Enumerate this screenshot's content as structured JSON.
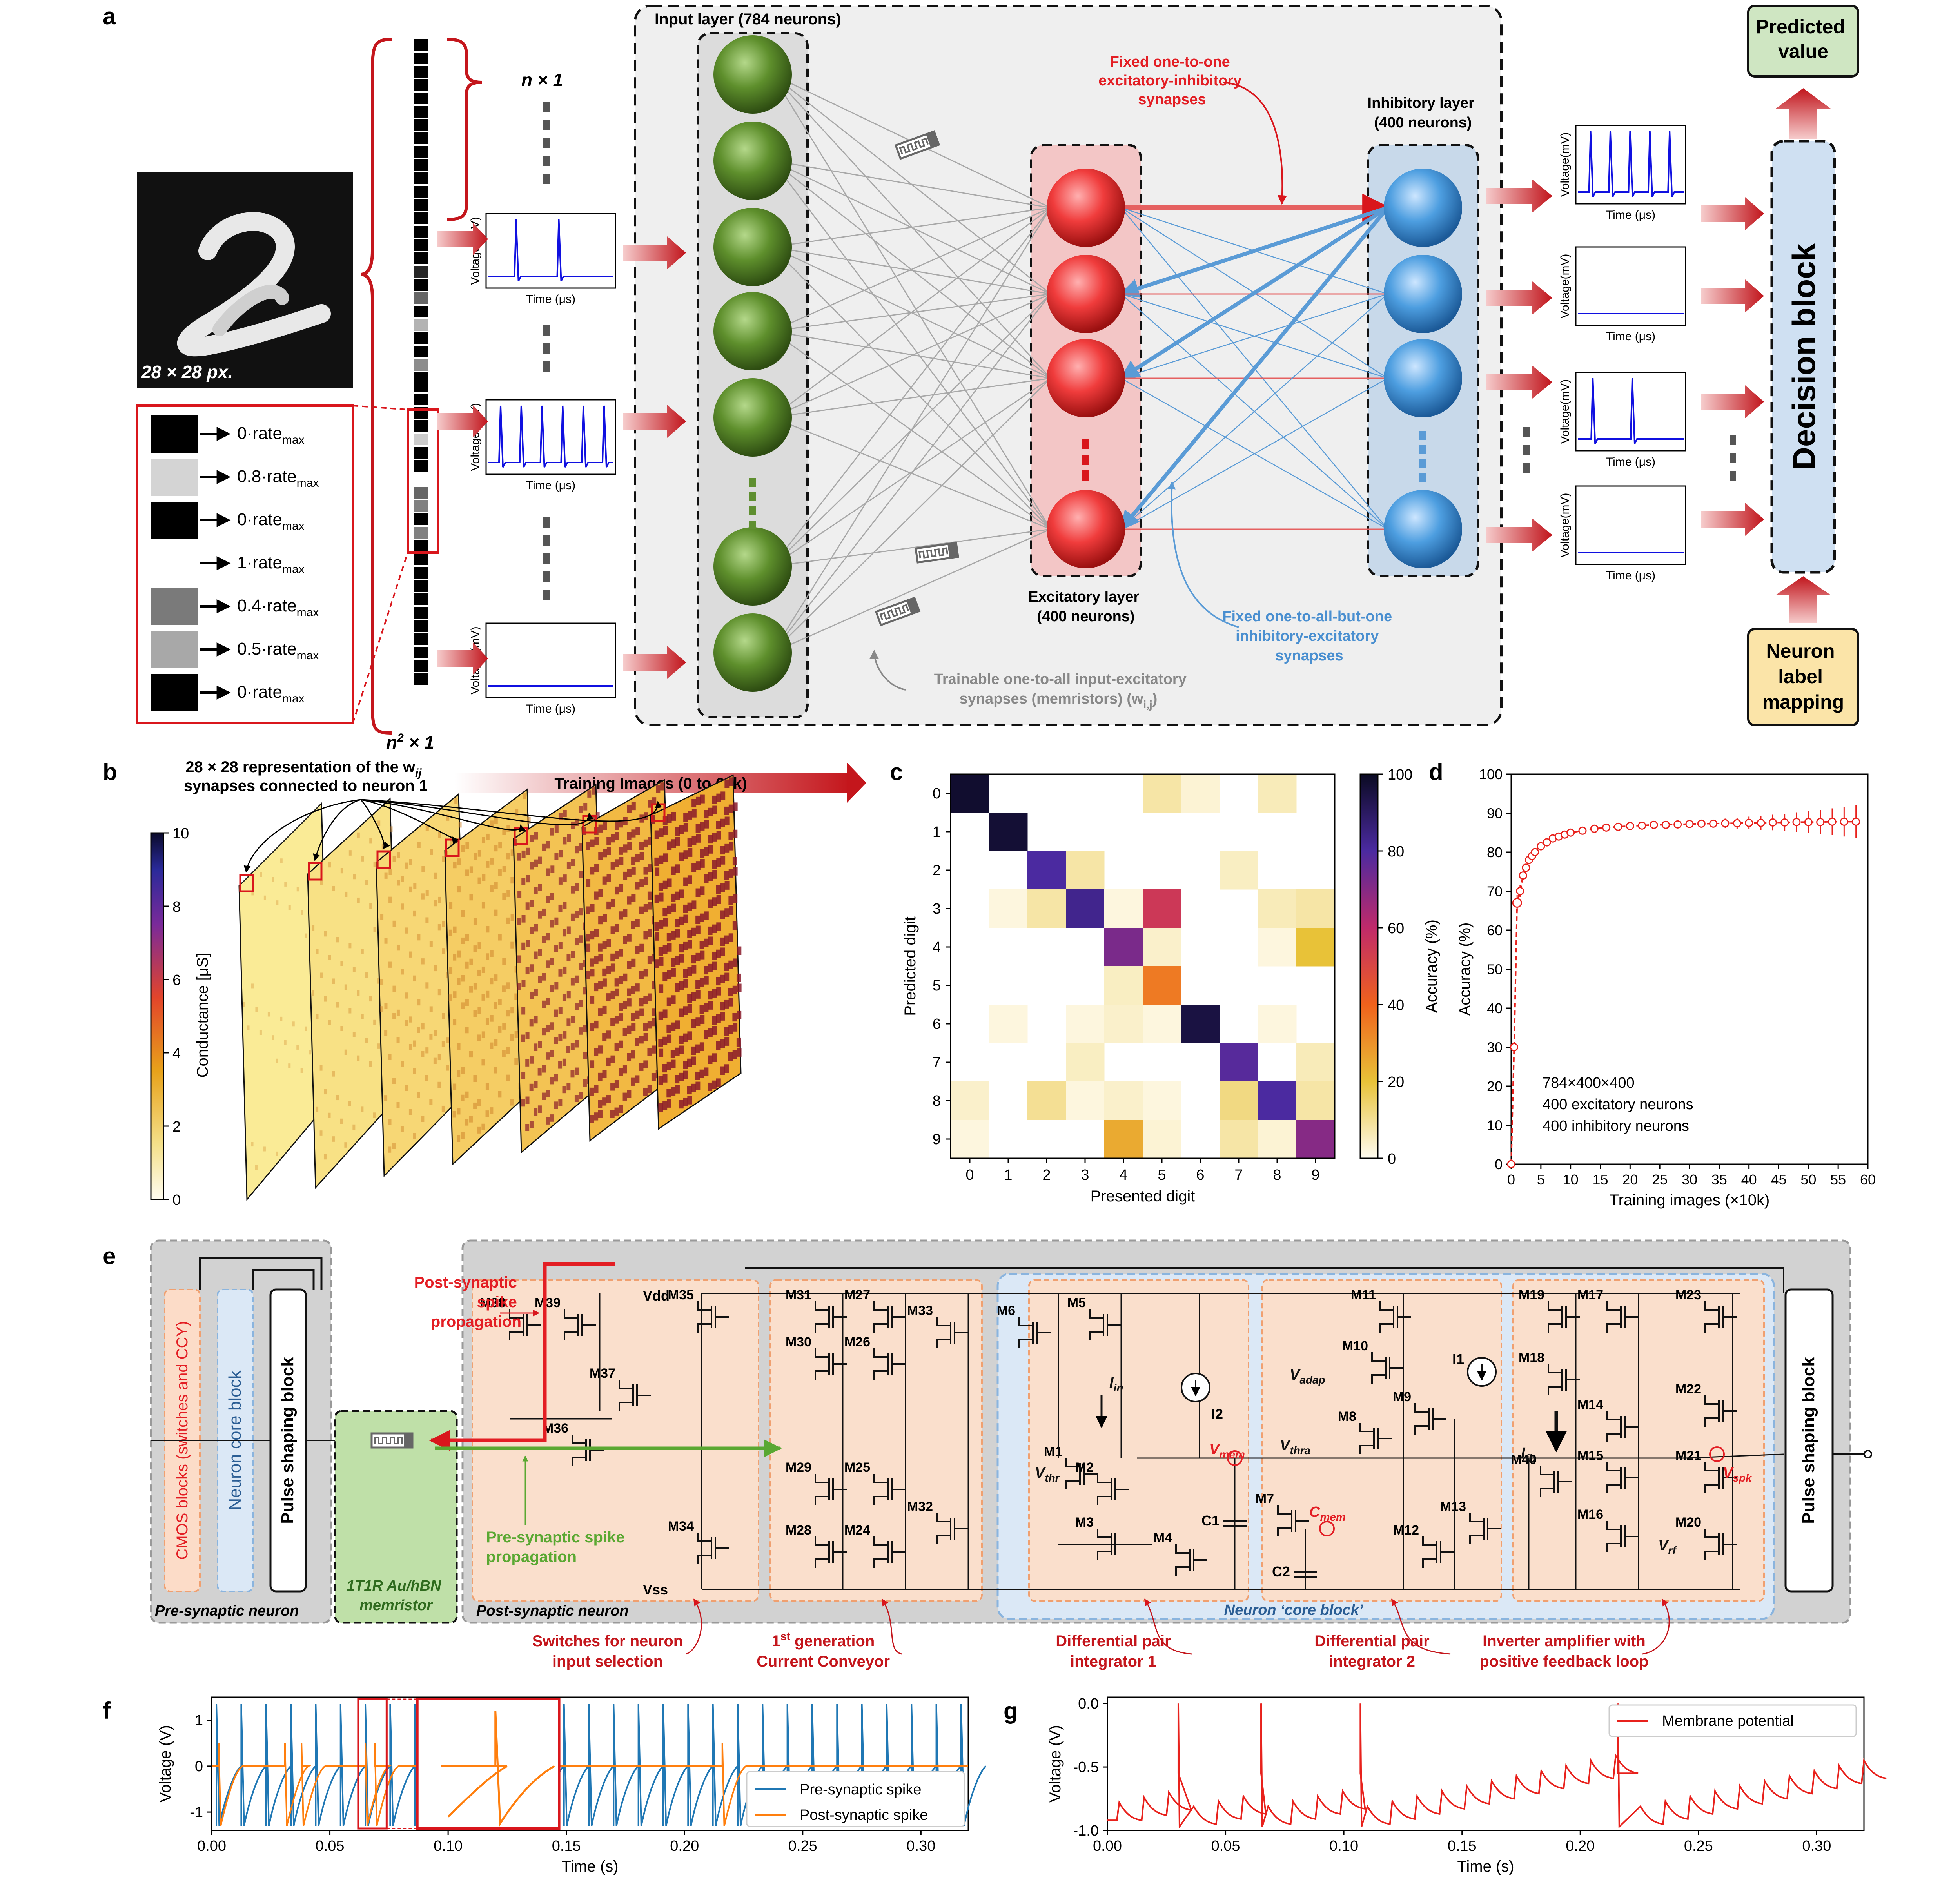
{
  "panel_letters": {
    "a": "a",
    "b": "b",
    "c": "c",
    "d": "d",
    "e": "e",
    "f": "f",
    "g": "g"
  },
  "panel_a": {
    "image_caption": "28 × 28 px.",
    "n1": "n × 1",
    "n2": "n",
    "n2_sup": "2",
    "n2_tail": " × 1",
    "rate_labels": [
      {
        "coef": "0·rate",
        "sub": "max"
      },
      {
        "coef": "0.8·rate",
        "sub": "max"
      },
      {
        "coef": "0·rate",
        "sub": "max"
      },
      {
        "coef": "1·rate",
        "sub": "max"
      },
      {
        "coef": "0.4·rate",
        "sub": "max"
      },
      {
        "coef": "0.5·rate",
        "sub": "max"
      },
      {
        "coef": "0·rate",
        "sub": "max"
      }
    ],
    "input_layer": "Input layer (784 neurons)",
    "excitatory_layer": [
      "Excitatory layer",
      "(400 neurons)"
    ],
    "inhibitory_layer": [
      "Inhibitory layer",
      "(400 neurons)"
    ],
    "fixed_exc_inh": [
      "Fixed one-to-one",
      "excitatory-inhibitory",
      "synapses"
    ],
    "fixed_inh_exc": [
      "Fixed one-to-all-but-one",
      "inhibitory-excitatory",
      "synapses"
    ],
    "trainable": [
      "Trainable one-to-all input-excitatory",
      "synapses (memristors) (w"
    ],
    "trainable_sub": "i,j",
    "trainable_close": ")",
    "voltage_ylabel": "Voltage (mV)",
    "voltage_ylabel_right": "Voltage(mV)",
    "time_xlabel": "Time (μs)",
    "predicted_value": [
      "Predicted",
      "value"
    ],
    "decision_block": "Decision block",
    "neuron_label_mapping": [
      "Neuron",
      "label",
      "mapping"
    ]
  },
  "panel_b": {
    "annotation": [
      "28 × 28 representation of the w",
      "synapses connected to neuron 1"
    ],
    "annotation_sub": "ij",
    "training_arrow": "Training Images (0 to 60k)",
    "colorbar_label": "Conductance [μS]",
    "colorbar_ticks": [
      "0",
      "2",
      "4",
      "6",
      "8",
      "10"
    ]
  },
  "chart_data": [
    {
      "panel": "c",
      "type": "heatmap",
      "xlabel": "Presented digit",
      "ylabel": "Predicted digit",
      "x": [
        "0",
        "1",
        "2",
        "3",
        "4",
        "5",
        "6",
        "7",
        "8",
        "9"
      ],
      "y": [
        "0",
        "1",
        "2",
        "3",
        "4",
        "5",
        "6",
        "7",
        "8",
        "9"
      ],
      "colorbar_label": "Accuracy (%)",
      "colorbar_ticks": [
        "0",
        "20",
        "40",
        "60",
        "80",
        "100"
      ],
      "values": [
        [
          98,
          0,
          0,
          0,
          0,
          8,
          3,
          0,
          6,
          0
        ],
        [
          0,
          97,
          0,
          0,
          0,
          0,
          0,
          0,
          0,
          0
        ],
        [
          0,
          0,
          80,
          8,
          0,
          0,
          0,
          5,
          0,
          0
        ],
        [
          0,
          2,
          8,
          83,
          2,
          55,
          0,
          0,
          6,
          8
        ],
        [
          0,
          0,
          0,
          0,
          72,
          4,
          0,
          0,
          2,
          20
        ],
        [
          0,
          0,
          0,
          0,
          5,
          35,
          0,
          0,
          0,
          0
        ],
        [
          0,
          2,
          0,
          2,
          4,
          2,
          95,
          0,
          2,
          0
        ],
        [
          0,
          0,
          0,
          5,
          0,
          0,
          0,
          78,
          0,
          6
        ],
        [
          4,
          0,
          10,
          2,
          4,
          2,
          0,
          12,
          80,
          8
        ],
        [
          2,
          0,
          0,
          0,
          25,
          3,
          0,
          8,
          3,
          70
        ]
      ]
    },
    {
      "panel": "d",
      "type": "line",
      "xlabel": "Training images (×10k)",
      "ylabel": "Accuracy (%)",
      "xlim": [
        0,
        60
      ],
      "ylim": [
        0,
        100
      ],
      "xticks": [
        "0",
        "5",
        "10",
        "15",
        "20",
        "25",
        "30",
        "35",
        "40",
        "45",
        "50",
        "55",
        "60"
      ],
      "yticks": [
        "0",
        "10",
        "20",
        "30",
        "40",
        "50",
        "60",
        "70",
        "80",
        "90",
        "100"
      ],
      "annotations": [
        "784×400×400",
        "400 excitatory neurons",
        "400 inhibitory neurons"
      ],
      "x": [
        0,
        0.5,
        1,
        1.5,
        2,
        2.5,
        3,
        3.5,
        4,
        5,
        6,
        7,
        8,
        9,
        10,
        12,
        14,
        16,
        18,
        20,
        22,
        24,
        26,
        28,
        30,
        32,
        34,
        36,
        38,
        40,
        42,
        44,
        46,
        48,
        50,
        52,
        54,
        56,
        58
      ],
      "y": [
        0,
        30,
        67,
        70,
        74,
        76,
        78,
        79,
        80,
        81.5,
        82.5,
        83.5,
        84,
        84.5,
        85,
        85.5,
        86,
        86.3,
        86.5,
        86.7,
        86.8,
        87,
        87,
        87.1,
        87.2,
        87.3,
        87.3,
        87.4,
        87.4,
        87.5,
        87.5,
        87.6,
        87.6,
        87.7,
        87.7,
        87.7,
        87.8,
        87.8,
        87.8
      ],
      "err": [
        0,
        0,
        2,
        1.5,
        1.2,
        1,
        1,
        1,
        1,
        1,
        1,
        1,
        1,
        1,
        1,
        1,
        1,
        1,
        1,
        1,
        1,
        1,
        1,
        1,
        1,
        1,
        1,
        1.2,
        1.4,
        1.6,
        1.8,
        2,
        2.2,
        2.5,
        2.8,
        3.1,
        3.4,
        3.8,
        4.2
      ]
    },
    {
      "panel": "f",
      "type": "line",
      "xlabel": "Time (s)",
      "ylabel": "Voltage (V)",
      "xlim": [
        0,
        0.32
      ],
      "ylim": [
        -1.4,
        1.5
      ],
      "xticks": [
        "0.00",
        "0.05",
        "0.10",
        "0.15",
        "0.20",
        "0.25",
        "0.30"
      ],
      "yticks": [
        "-1",
        "0",
        "1"
      ],
      "series": [
        {
          "name": "Pre-synaptic spike",
          "color": "#1f77b4",
          "period": 0.0105
        },
        {
          "name": "Post-synaptic spike",
          "color": "#ff7f0e",
          "spike_times": [
            0.003,
            0.031,
            0.038,
            0.065,
            0.069,
            0.12,
            0.216
          ]
        }
      ]
    },
    {
      "panel": "g",
      "type": "line",
      "xlabel": "Time (s)",
      "ylabel": "Voltage (V)",
      "xlim": [
        0,
        0.32
      ],
      "ylim": [
        -1.0,
        0.05
      ],
      "xticks": [
        "0.00",
        "0.05",
        "0.10",
        "0.15",
        "0.20",
        "0.25",
        "0.30"
      ],
      "yticks": [
        "0.0",
        "-0.5",
        "-1.0"
      ],
      "series": [
        {
          "name": "Membrane potential",
          "color": "#e8211c",
          "fire_times": [
            0.03,
            0.065,
            0.107,
            0.216
          ],
          "period": 0.0105
        }
      ]
    }
  ],
  "panel_e": {
    "post_syn_prop": [
      "Post-synaptic",
      "spike",
      "propagation"
    ],
    "pre_syn_prop": [
      "Pre-synaptic spike",
      "propagation"
    ],
    "cmos_blocks": "CMOS blocks (switches and CCY)",
    "neuron_core_block": "Neuron core block",
    "pulse_shaping_block": "Pulse shaping block",
    "pre_syn_neuron": "Pre-synaptic neuron",
    "memristor": [
      "1T1R Au/hBN",
      "memristor"
    ],
    "post_syn_neuron": "Post-synaptic neuron",
    "core_block_label": "Neuron ‘core block’",
    "vdd": "Vdd",
    "vss": "Vss",
    "transistors": [
      "M1",
      "M2",
      "M3",
      "M4",
      "M5",
      "M6",
      "M7",
      "M8",
      "M9",
      "M10",
      "M11",
      "M12",
      "M13",
      "M14",
      "M15",
      "M16",
      "M17",
      "M18",
      "M19",
      "M20",
      "M21",
      "M22",
      "M23",
      "M24",
      "M25",
      "M26",
      "M27",
      "M28",
      "M29",
      "M30",
      "M31",
      "M32",
      "M33",
      "M34",
      "M35",
      "M36",
      "M37",
      "M38",
      "M39",
      "M40"
    ],
    "labels": {
      "iin": "I",
      "iin_sub": "in",
      "i1": "I1",
      "i2": "I2",
      "ifb": "I",
      "ifb_sub": "fb",
      "c1": "C1",
      "c2": "C2",
      "vmem": "V",
      "vmem_sub": "mem",
      "cmem": "C",
      "cmem_sub": "mem",
      "vspk": "V",
      "vspk_sub": "spk",
      "vthr": "V",
      "vthr_sub": "thr",
      "vthra": "V",
      "vthra_sub": "thra",
      "vadap": "V",
      "vadap_sub": "adap",
      "vrf": "V",
      "vrf_sub": "rf"
    },
    "captions": [
      [
        "Switches for neuron",
        "input selection"
      ],
      [
        "generation",
        "Current Conveyor"
      ],
      [
        "Differential pair",
        "integrator 1"
      ],
      [
        "Differential pair",
        "integrator 2"
      ],
      [
        "Inverter amplifier with",
        "positive feedback loop"
      ]
    ],
    "ccy_first": "1",
    "ccy_sup": "st"
  }
}
